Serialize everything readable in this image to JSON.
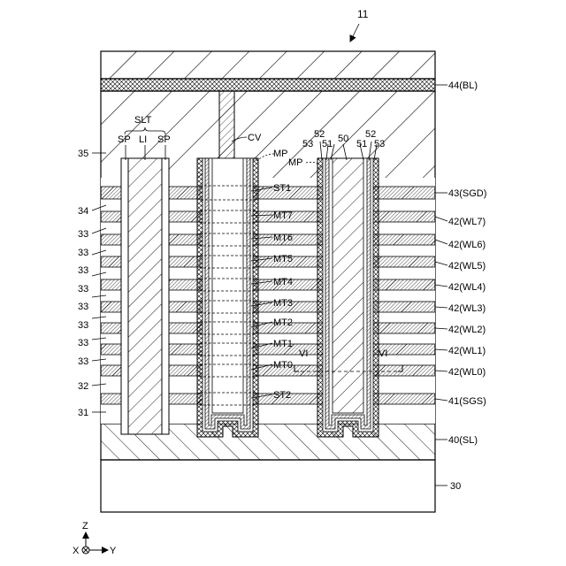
{
  "figure_number": "11",
  "right_labels": {
    "bl": "44(BL)",
    "sgd": "43(SGD)",
    "wl7": "42(WL7)",
    "wl6": "42(WL6)",
    "wl5": "42(WL5)",
    "wl4": "42(WL4)",
    "wl3": "42(WL3)",
    "wl2": "42(WL2)",
    "wl1": "42(WL1)",
    "wl0": "42(WL0)",
    "sgs": "41(SGS)",
    "sl": "40(SL)",
    "substrate": "30"
  },
  "left_labels": {
    "l35": "35",
    "l34": "34",
    "l33a": "33",
    "l33b": "33",
    "l33c": "33",
    "l33d": "33",
    "l33e": "33",
    "l33f": "33",
    "l33g": "33",
    "l33h": "33",
    "l32": "32",
    "l31": "31"
  },
  "slit": {
    "slt": "SLT",
    "sp_left": "SP",
    "li": "LI",
    "sp_right": "SP"
  },
  "pillar": {
    "cv": "CV",
    "mp_left": "MP",
    "mp_right": "MP",
    "n52a": "52",
    "n53a": "53",
    "n51a": "51",
    "n50": "50",
    "n52b": "52",
    "n51b": "51",
    "n53b": "53"
  },
  "transistors": {
    "st1": "ST1",
    "mt7": "MT7",
    "mt6": "MT6",
    "mt5": "MT5",
    "mt4": "MT4",
    "mt3": "MT3",
    "mt2": "MT2",
    "mt1": "MT1",
    "mt0": "MT0",
    "st2": "ST2"
  },
  "section_marks": {
    "vi_left": "VI",
    "vi_right": "VI"
  },
  "axes": {
    "z": "Z",
    "x": "X",
    "y": "Y"
  }
}
